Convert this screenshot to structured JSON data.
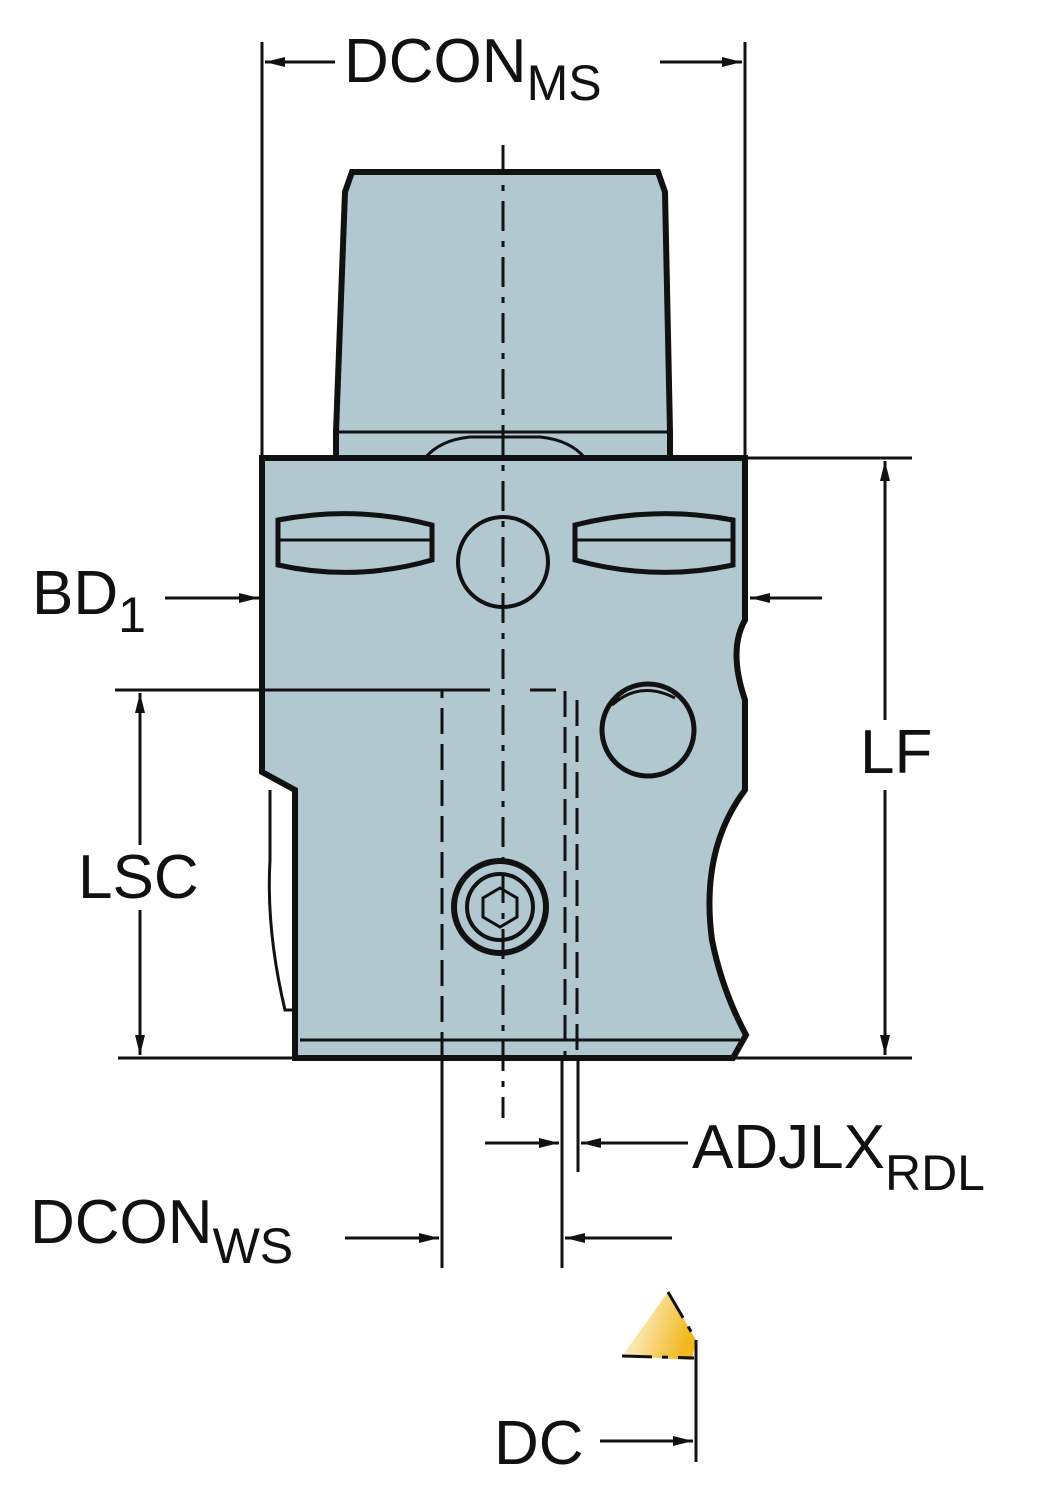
{
  "diagram": {
    "colors": {
      "body": "#b2c8d0",
      "outline": "#111111",
      "insert": "#f2c12e"
    },
    "labels": {
      "dcon_ms": {
        "main": "DCON",
        "sub": "MS"
      },
      "bd1": {
        "main": "BD",
        "sub": "1"
      },
      "lf": {
        "main": "LF"
      },
      "lsc": {
        "main": "LSC"
      },
      "adjlx_rdl": {
        "main": "ADJLX",
        "sub": "RDL"
      },
      "dcon_ws": {
        "main": "DCON",
        "sub": "WS"
      },
      "dc": {
        "main": "DC"
      }
    }
  }
}
